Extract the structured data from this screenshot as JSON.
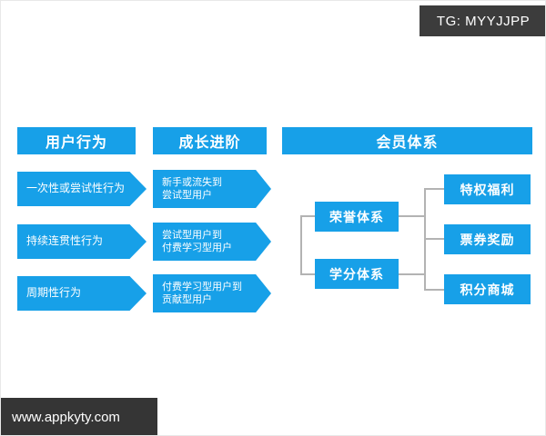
{
  "watermarks": {
    "top_right": "TG: MYYJJPP",
    "bottom_left": "www.appkyty.com"
  },
  "diagram": {
    "headers": [
      {
        "id": "user-behavior",
        "label": "用户行为"
      },
      {
        "id": "growth-progression",
        "label": "成长进阶"
      },
      {
        "id": "membership-system",
        "label": "会员体系"
      }
    ],
    "user_behaviors": [
      "一次性或尝试性行为",
      "持续连贯性行为",
      "周期性行为"
    ],
    "growth_stages": [
      "新手或流失到\n尝试型用户",
      "尝试型用户到\n付费学习型用户",
      "付费学习型用户到\n贡献型用户"
    ],
    "systems": [
      "荣誉体系",
      "学分体系"
    ],
    "benefits": [
      "特权福利",
      "票券奖励",
      "积分商城"
    ],
    "colors": {
      "primary_blue": "#17a0e8",
      "watermark_bg": "#3c3c3c",
      "connector_gray": "#b3b3b3"
    }
  }
}
